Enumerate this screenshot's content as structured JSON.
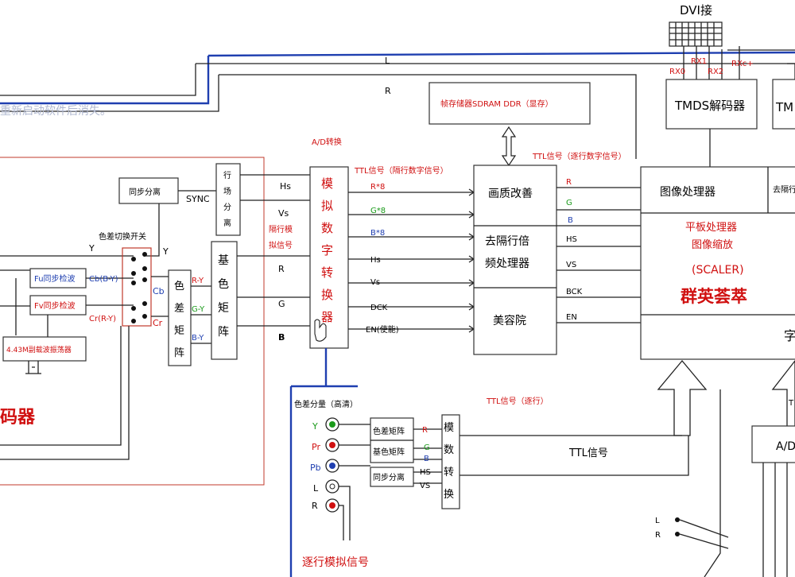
{
  "colors": {
    "red": "#d01010",
    "green": "#1a9a1a",
    "blue": "#1f3fb0",
    "black": "#111111"
  },
  "top": {
    "dvi": "DVI接",
    "L": "L",
    "R": "R",
    "rx0": "RX0",
    "rx1": "RX1",
    "rx2": "RX2",
    "rxc": "RXc+",
    "tmds": "TMDS解码器",
    "tm_partial": "TM",
    "faded_caption": "重新启动软件后消失。",
    "sdram": "帧存储器SDRAM  DDR（显存）",
    "ttl_progressive": "TTL信号（逐行数字信号）",
    "ad": "A/D转换",
    "ttl_interlace": "TTL信号（隔行数字信号）"
  },
  "left": {
    "sync_sep": "同步分离",
    "sync": "SYNC",
    "hv_sep": [
      "行",
      "场",
      "分",
      "离"
    ],
    "hs": "Hs",
    "vs": "Vs",
    "interlace_analog": [
      "隔行模",
      "拟信号"
    ],
    "switch": "色差切换开关",
    "y1": "Y",
    "y2": "Y",
    "fu": "Fu同步检波",
    "fv": "Fv同步检波",
    "cb": "Cb(B-Y)",
    "cr": "Cr(R-Y)",
    "cb2": "Cb",
    "cr2": "Cr",
    "osc": "4.43M副载波振荡器",
    "decoder": "码器",
    "color_diff_matrix": [
      "色",
      "差",
      "矩",
      "阵"
    ],
    "ry": "R-Y",
    "gy": "G-Y",
    "by": "B-Y",
    "primary_matrix": [
      "基",
      "色",
      "矩",
      "阵"
    ],
    "R": "R",
    "G": "G",
    "B": "B"
  },
  "adc": {
    "label": [
      "模",
      "拟",
      "数",
      "字",
      "转",
      "换",
      "器"
    ],
    "r8": "R*8",
    "g8": "G*8",
    "b8": "B*8",
    "hs": "Hs",
    "vs": "Vs",
    "dck": "DCK",
    "en": "EN(使能)"
  },
  "mid": {
    "quality": "画质改善",
    "deint": [
      "去隔行倍",
      "频处理器"
    ],
    "beauty": "美容院",
    "R": "R",
    "G": "G",
    "B": "B",
    "HS": "HS",
    "VS": "VS",
    "BCK": "BCK",
    "EN": "EN"
  },
  "right": {
    "img_proc": "图像处理器",
    "deint_partial": "去隔行",
    "flat1": "平板处理器",
    "flat2": "图像缩放",
    "scaler": "(SCALER)",
    "qunying": "群英荟萃",
    "zi": "字",
    "ad_partial": "A/D",
    "t_partial": "T"
  },
  "bottom": {
    "component": "色差分量（高清）",
    "Y": "Y",
    "Pr": "Pr",
    "Pb": "Pb",
    "L": "L",
    "R": "R",
    "cdm": "色差矩阵",
    "pm": "基色矩阵",
    "sync": "同步分离",
    "G": "G",
    "B": "B",
    "HS": "HS",
    "VS": "VS",
    "adc2": [
      "模",
      "数",
      "转",
      "换"
    ],
    "ttl_prog": "TTL信号（逐行）",
    "ttl": "TTL信号",
    "prog_analog": "逐行模拟信号",
    "L2": "L",
    "R2": "R"
  }
}
